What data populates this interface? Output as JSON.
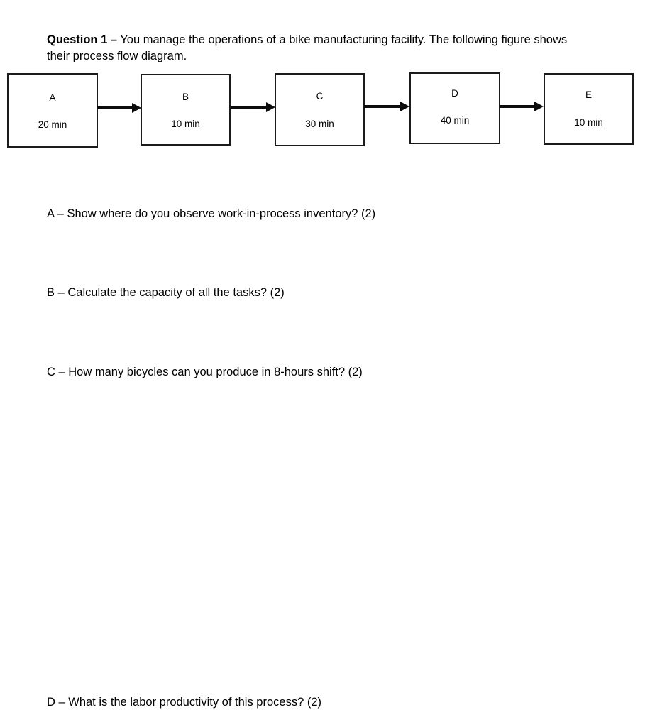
{
  "document": {
    "question_stem": {
      "label": "Question 1 –",
      "text": " You manage the operations of a bike manufacturing facility. The following figure shows their process flow diagram."
    },
    "diagram": {
      "type": "process-flow",
      "boxes": [
        {
          "letter": "A",
          "time": "20 min"
        },
        {
          "letter": "B",
          "time": "10 min"
        },
        {
          "letter": "C",
          "time": "30 min"
        },
        {
          "letter": "D",
          "time": "40 min"
        },
        {
          "letter": "E",
          "time": "10 min"
        }
      ],
      "arrows": [
        "A-to-B",
        "B-to-C",
        "C-to-D",
        "D-to-E"
      ],
      "line_color": "#1b1b1b",
      "fill_color": "#ffffff"
    },
    "sub_questions": [
      {
        "id": "A",
        "text": "A – Show where do you observe work-in-process inventory? (2)"
      },
      {
        "id": "B",
        "text": "B – Calculate the capacity of all the tasks? (2)"
      },
      {
        "id": "C",
        "text": "C – How many bicycles can you produce in 8-hours shift? (2)"
      },
      {
        "id": "D",
        "text": "D – What is the labor productivity of this process? (2)"
      }
    ]
  }
}
